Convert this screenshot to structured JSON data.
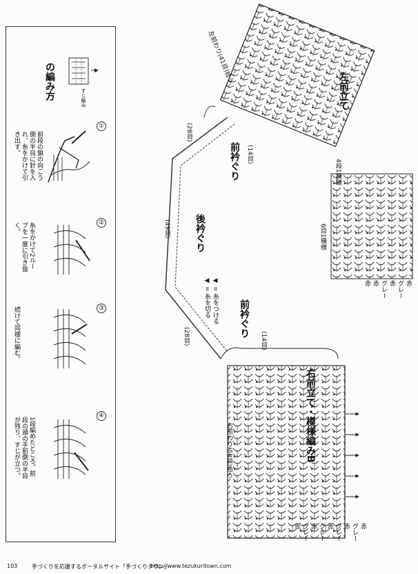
{
  "technique": {
    "title": "の編み方",
    "swatch_note": "すじ編み",
    "steps": [
      {
        "no": "①",
        "text": "前段の鎖の向こう側の半目に針を入れ、糸をかけて引き出す。"
      },
      {
        "no": "②",
        "text": "糸をかけて2ループを一度に引き抜く。"
      },
      {
        "no": "③",
        "text": "続けて同様に編む。"
      },
      {
        "no": "④",
        "text": "1段編めたところ。前段の頭の手前側の半目が残り、すじが立つ。"
      }
    ]
  },
  "diagram": {
    "left_front": "左前立て",
    "left_neck_count": "左前わり(41目)拾う",
    "right_front": "右前立て・模様編みB",
    "right_neck_count": "右前わり(58目)拾う",
    "front_neck_1": "前衿ぐり",
    "front_neck_2": "前衿ぐり",
    "back_neck": "後衿ぐり",
    "count_28_a": "(28目)",
    "count_49": "(49目)",
    "count_28_b": "(28目)",
    "count_14_a": "(14目)",
    "count_14_b": "(14目)",
    "legend_attach": "◀ = 糸をつける",
    "legend_cut": "◀ = 糸を切る",
    "pattern_repeat": "6目1模様",
    "stitch_label": "4段1模様",
    "colors_right": [
      "赤",
      "グレー",
      "赤",
      "グレー",
      "赤",
      "グレー",
      "赤",
      "グレー",
      "赤"
    ],
    "colors_swatch": [
      "赤",
      "グレー",
      "赤",
      "グレー",
      "赤",
      "赤"
    ]
  },
  "footer": {
    "page_number": "103",
    "text": "手づくりを応援するポータルサイト「手づくりタウン」",
    "url": "http://www.tezukuritown.com"
  }
}
